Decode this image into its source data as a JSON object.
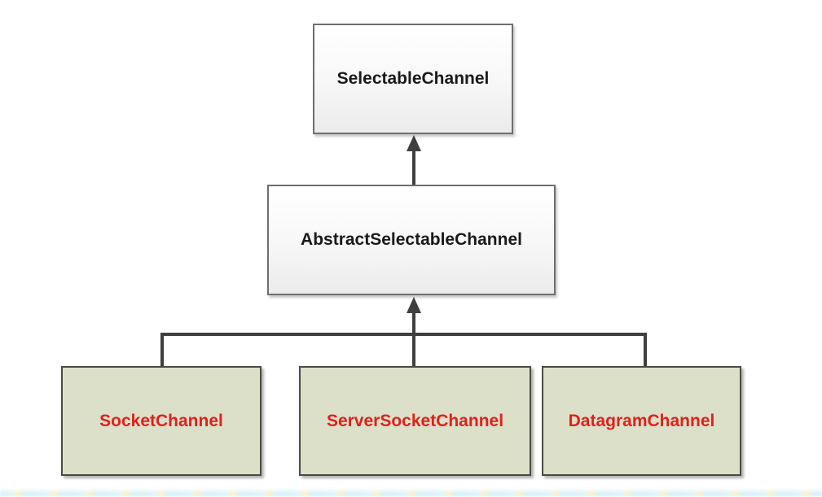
{
  "diagram": {
    "type": "class-hierarchy",
    "nodes": [
      {
        "id": "selectable-channel",
        "label": "SelectableChannel",
        "role": "parent-class",
        "fill": "#f6f6f6",
        "text_color": "#1a1a1a"
      },
      {
        "id": "abstract-selectable-channel",
        "label": "AbstractSelectableChannel",
        "role": "parent-class",
        "fill": "#f6f6f6",
        "text_color": "#1a1a1a"
      },
      {
        "id": "socket-channel",
        "label": "SocketChannel",
        "role": "child-class",
        "fill": "#dce0c9",
        "text_color": "#e0201c"
      },
      {
        "id": "server-socket-channel",
        "label": "ServerSocketChannel",
        "role": "child-class",
        "fill": "#dce0c9",
        "text_color": "#e0201c"
      },
      {
        "id": "datagram-channel",
        "label": "DatagramChannel",
        "role": "child-class",
        "fill": "#dce0c9",
        "text_color": "#e0201c"
      }
    ],
    "edges": [
      {
        "from": "abstract-selectable-channel",
        "to": "selectable-channel",
        "type": "extends-arrow"
      },
      {
        "from": "socket-channel",
        "to": "abstract-selectable-channel",
        "type": "extends-arrow"
      },
      {
        "from": "server-socket-channel",
        "to": "abstract-selectable-channel",
        "type": "extends-arrow"
      },
      {
        "from": "datagram-channel",
        "to": "abstract-selectable-channel",
        "type": "extends-arrow"
      }
    ],
    "colors": {
      "arrow": "#3f3f3f",
      "parent_fill": "#f6f6f6",
      "parent_border": "#6e6e6e",
      "parent_text": "#1a1a1a",
      "child_fill": "#dce0c9",
      "child_border": "#4b4b44",
      "child_text": "#e0201c",
      "bottom_strip_cyan": "#cfeef5",
      "bottom_strip_yellow": "#f6efc2"
    }
  }
}
